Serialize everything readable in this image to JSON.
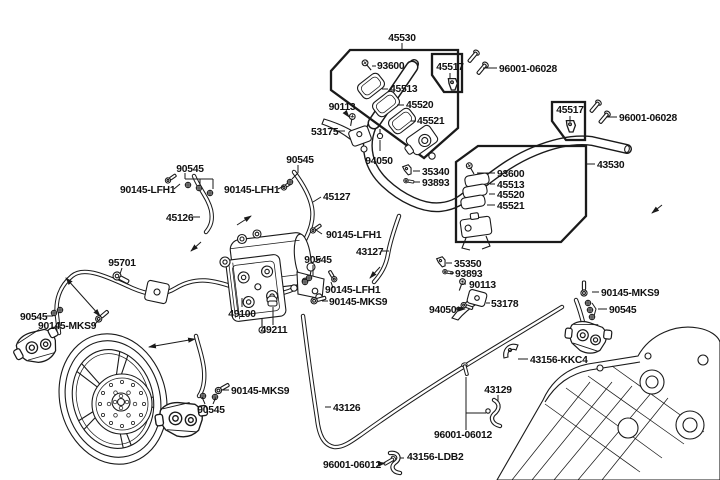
{
  "colors": {
    "background": "#ffffff",
    "line": "#1a1a1a",
    "text": "#111111"
  },
  "labels": [
    "45530",
    "93600",
    "45513",
    "45520",
    "45521",
    "45517",
    "96001-06028",
    "45517",
    "96001-06028",
    "43530",
    "90113",
    "53175",
    "94050",
    "35340",
    "93893",
    "93600",
    "45513",
    "45520",
    "45521",
    "90545",
    "90145-LFH1",
    "45126",
    "90145-LFH1",
    "90545",
    "45127",
    "90545",
    "90145-LFH1",
    "43127",
    "95701",
    "90545",
    "90145-MKS9",
    "90145-LFH1",
    "90145-MKS9",
    "49100",
    "49211",
    "35350",
    "93893",
    "90113",
    "53178",
    "94050",
    "90145-MKS9",
    "90545",
    "43156-KKC4",
    "43129",
    "43126",
    "96001-06012",
    "90145-MKS9",
    "90545",
    "96001-06012",
    "43156-LDB2"
  ]
}
